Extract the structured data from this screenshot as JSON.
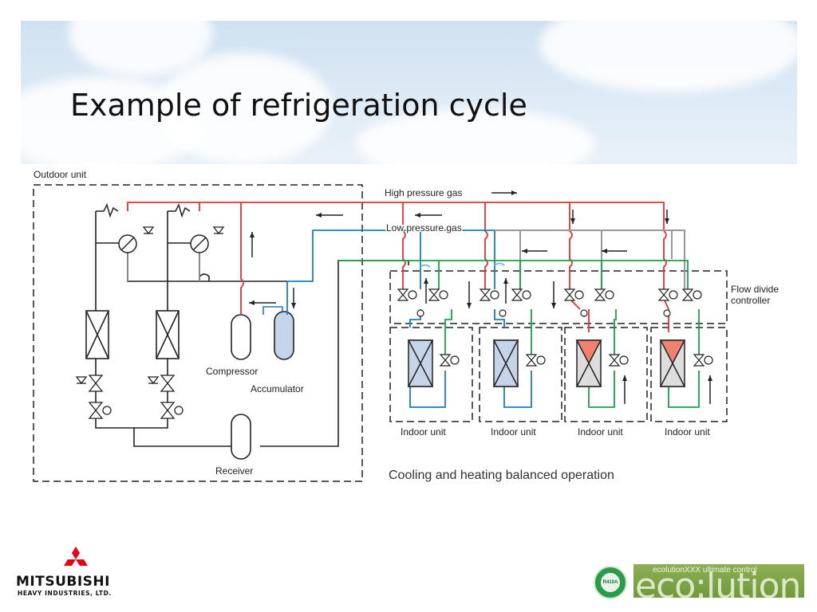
{
  "slide": {
    "title": "Example of refrigeration cycle"
  },
  "diagram": {
    "outdoor_unit_label": "Outdoor unit",
    "high_pressure_label": "High pressure gas",
    "low_pressure_label": "Low pressure gas",
    "compressor_label": "Compressor",
    "accumulator_label": "Accumulator",
    "receiver_label": "Receiver",
    "flow_divide_label_line1": "Flow divide",
    "flow_divide_label_line2": "controller",
    "indoor_unit_labels": [
      "Indoor unit",
      "Indoor unit",
      "Indoor unit",
      "Indoor unit"
    ],
    "caption": "Cooling and heating balanced operation",
    "colors": {
      "high_pressure": "#e63232",
      "low_pressure": "#1a7fc1",
      "liquid": "#1aa34a",
      "cooling_coil": "#c6d4ea",
      "heating_coil": "#f08070"
    }
  },
  "footer": {
    "company_name": "MITSUBISHI",
    "company_sub": "HEAVY INDUSTRIES, LTD.",
    "refrigerant_badge": "R410A",
    "tagline": "ecolutionXXX ultimate control",
    "brand_word": "eco:lution"
  }
}
